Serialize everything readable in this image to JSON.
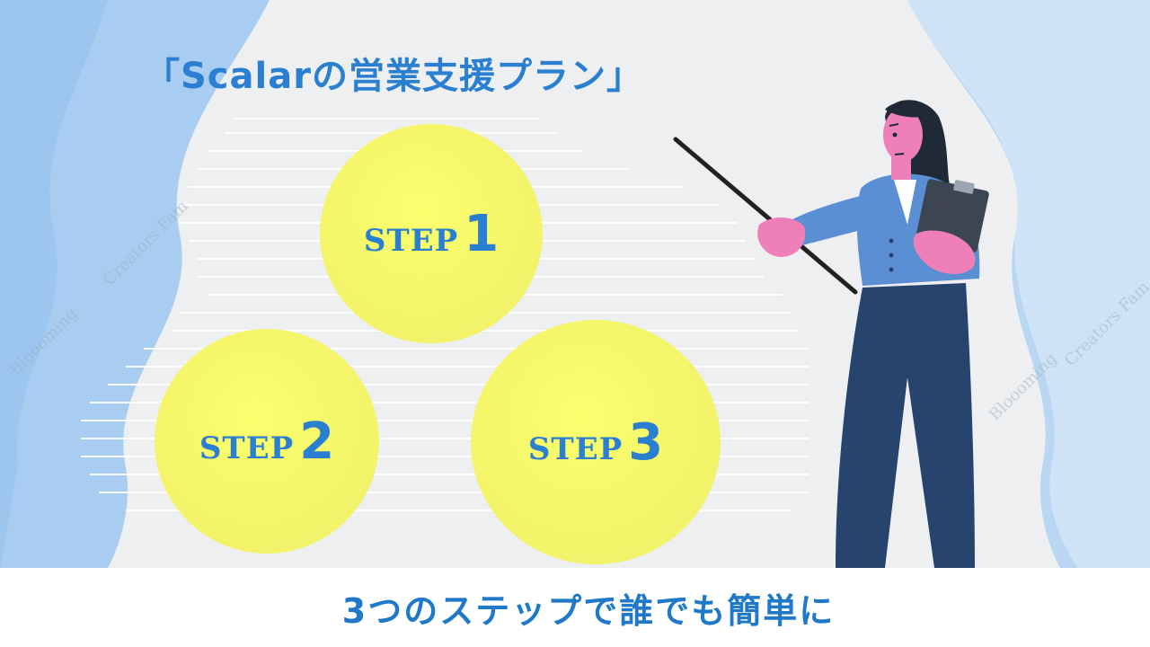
{
  "title": "「Scalarの営業支援プラン」",
  "steps": [
    {
      "word": "STEP",
      "number": "1"
    },
    {
      "word": "STEP",
      "number": "2"
    },
    {
      "word": "STEP",
      "number": "3"
    }
  ],
  "watermarks": [
    "Bloooming",
    "Creators Fam"
  ],
  "caption": "3つのステップで誰でも簡単に",
  "colors": {
    "accent": "#2a7fd0",
    "circle": "#f6f76a",
    "panel": "#eeeff1",
    "background": "#b9d6f2"
  },
  "illustration": {
    "subject": "presenter-woman",
    "props": [
      "pointer-stick",
      "clipboard"
    ]
  }
}
